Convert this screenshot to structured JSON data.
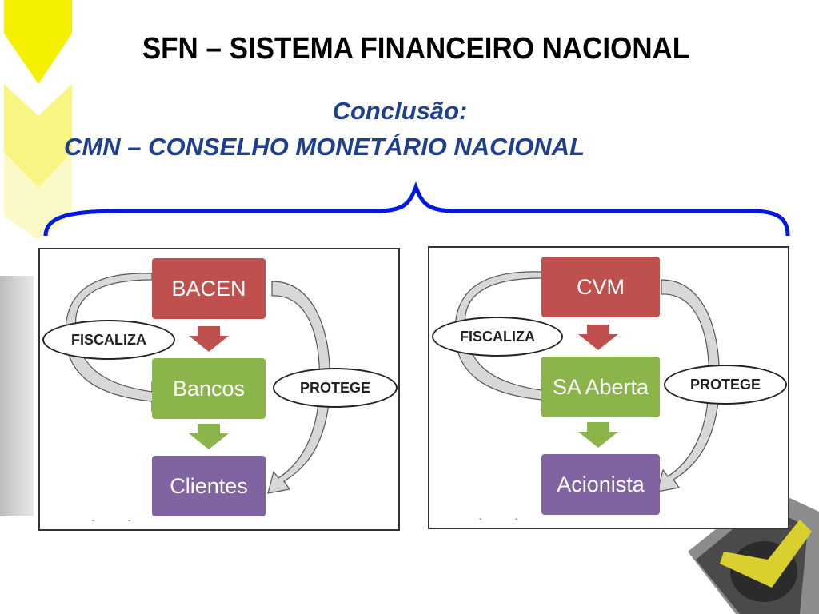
{
  "slide": {
    "title": "SFN – SISTEMA FINANCEIRO NACIONAL",
    "subtitle_line1": "Conclusão:",
    "subtitle_line2": "CMN – CONSELHO MONETÁRIO NACIONAL"
  },
  "colors": {
    "title_blue": "#1f3f8f",
    "brace_blue": "#0018e0",
    "box_red": "#c0504d",
    "box_green": "#8bb54a",
    "box_purple": "#8064a2",
    "chevron_yellow": "#f4f000"
  },
  "diagrams": [
    {
      "top": "BACEN",
      "middle": "Bancos",
      "bottom": "Clientes",
      "left_label": "FISCALIZA",
      "right_label": "PROTEGE"
    },
    {
      "top": "CVM",
      "middle": "SA Aberta",
      "bottom": "Acionista",
      "left_label": "FISCALIZA",
      "right_label": "PROTEGE"
    }
  ]
}
